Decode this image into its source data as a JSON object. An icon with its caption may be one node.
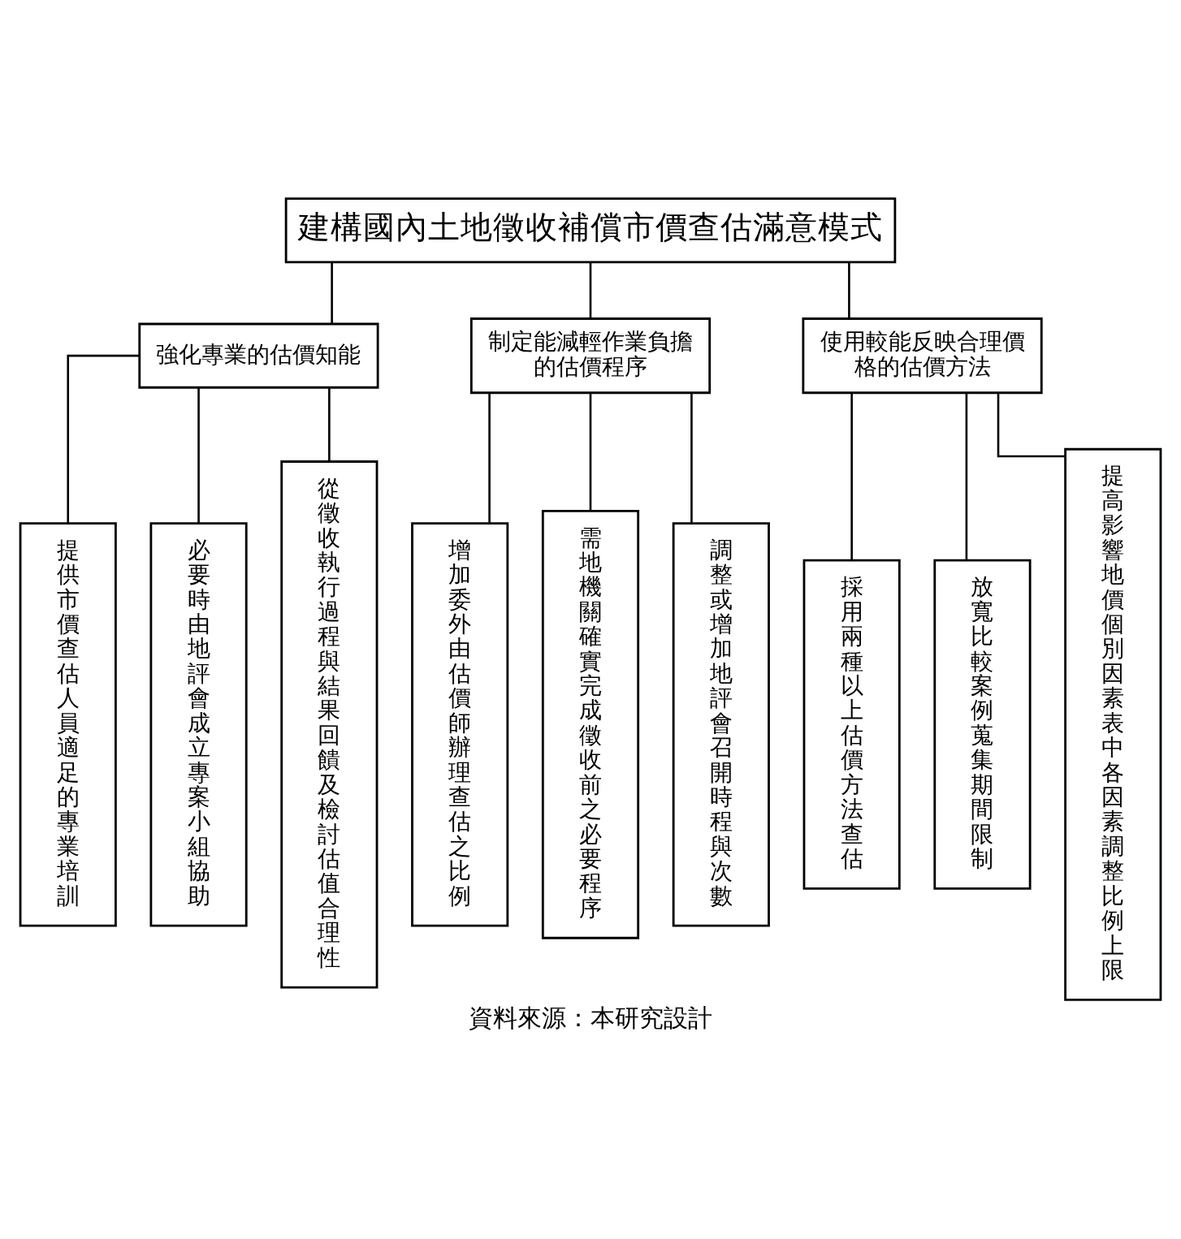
{
  "diagram": {
    "caption": "資料來源：本研究設計",
    "nodes": [
      {
        "text": [
          "建構國內土地徵收補償市價查估滿意模式"
        ]
      },
      {
        "text": [
          "強化專業的估價知能"
        ]
      },
      {
        "text": [
          "制定能減輕作業負擔的估價程序"
        ]
      },
      {
        "text": [
          "使用較能反映合理價格的估價方法"
        ]
      },
      {
        "text": [
          "提供市價查估人員適足的專業培訓"
        ]
      },
      {
        "text": [
          "必要時由地評會成立專案小組協助"
        ]
      },
      {
        "text": [
          "從徵收執行過程與結果回饋及檢討估值合理性"
        ]
      },
      {
        "text": [
          "增加委外由估價師辦理查估之比例"
        ]
      },
      {
        "text": [
          "需地機關確實完成徵收前之必要程序"
        ]
      },
      {
        "text": [
          "調整或增加地評會召開時程與次數"
        ]
      },
      {
        "text": [
          "採用兩種以上估價方法查估"
        ]
      },
      {
        "text": [
          "放寬比較案例蒐集期間限制"
        ]
      },
      {
        "text": [
          "提高影響地價個別因素表中各因素調整比例上限"
        ]
      }
    ],
    "edges": [
      {
        "from": 0,
        "to": 1,
        "arrow": "none"
      },
      {
        "from": 0,
        "to": 2,
        "arrow": "none"
      },
      {
        "from": 0,
        "to": 3,
        "arrow": "none"
      },
      {
        "from": 1,
        "to": 4,
        "arrow": "none"
      },
      {
        "from": 1,
        "to": 5,
        "arrow": "none"
      },
      {
        "from": 1,
        "to": 6,
        "arrow": "none"
      },
      {
        "from": 2,
        "to": 7,
        "arrow": "none"
      },
      {
        "from": 2,
        "to": 8,
        "arrow": "none"
      },
      {
        "from": 2,
        "to": 9,
        "arrow": "none"
      },
      {
        "from": 3,
        "to": 10,
        "arrow": "none"
      },
      {
        "from": 3,
        "to": 11,
        "arrow": "none"
      },
      {
        "from": 3,
        "to": 12,
        "arrow": "none"
      }
    ]
  }
}
